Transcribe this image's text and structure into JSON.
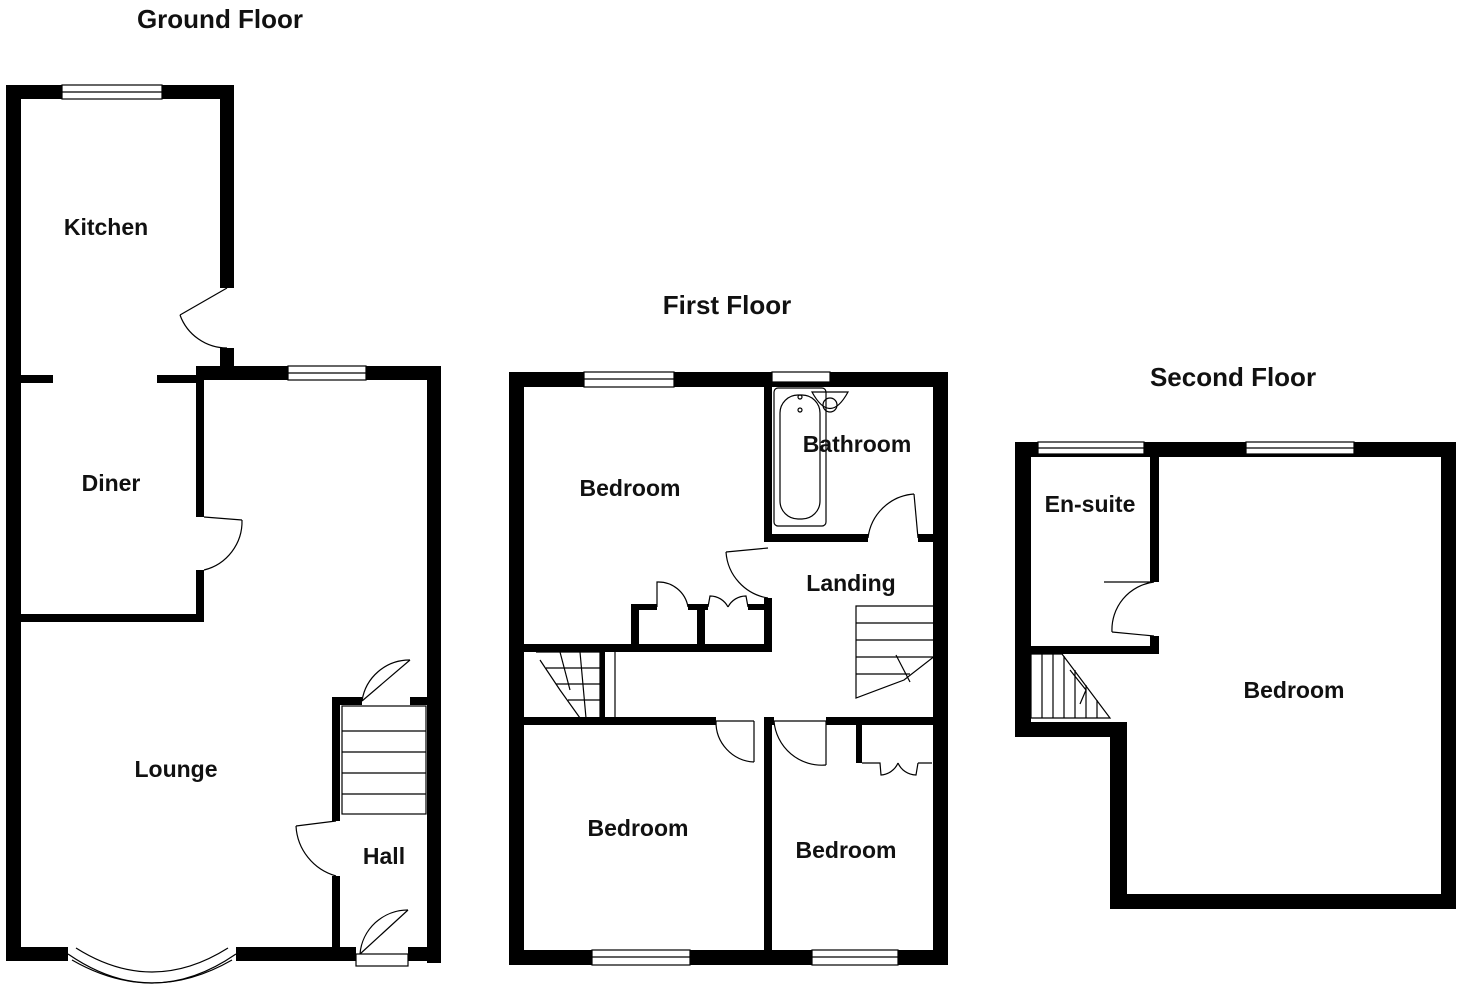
{
  "floors": {
    "ground": {
      "title": "Ground Floor",
      "rooms": {
        "kitchen": "Kitchen",
        "diner": "Diner",
        "lounge": "Lounge",
        "hall": "Hall"
      }
    },
    "first": {
      "title": "First Floor",
      "rooms": {
        "bedroom_1": "Bedroom",
        "bathroom": "Bathroom",
        "landing": "Landing",
        "bedroom_2": "Bedroom",
        "bedroom_3": "Bedroom"
      }
    },
    "second": {
      "title": "Second Floor",
      "rooms": {
        "ensuite": "En-suite",
        "bedroom": "Bedroom"
      }
    }
  }
}
